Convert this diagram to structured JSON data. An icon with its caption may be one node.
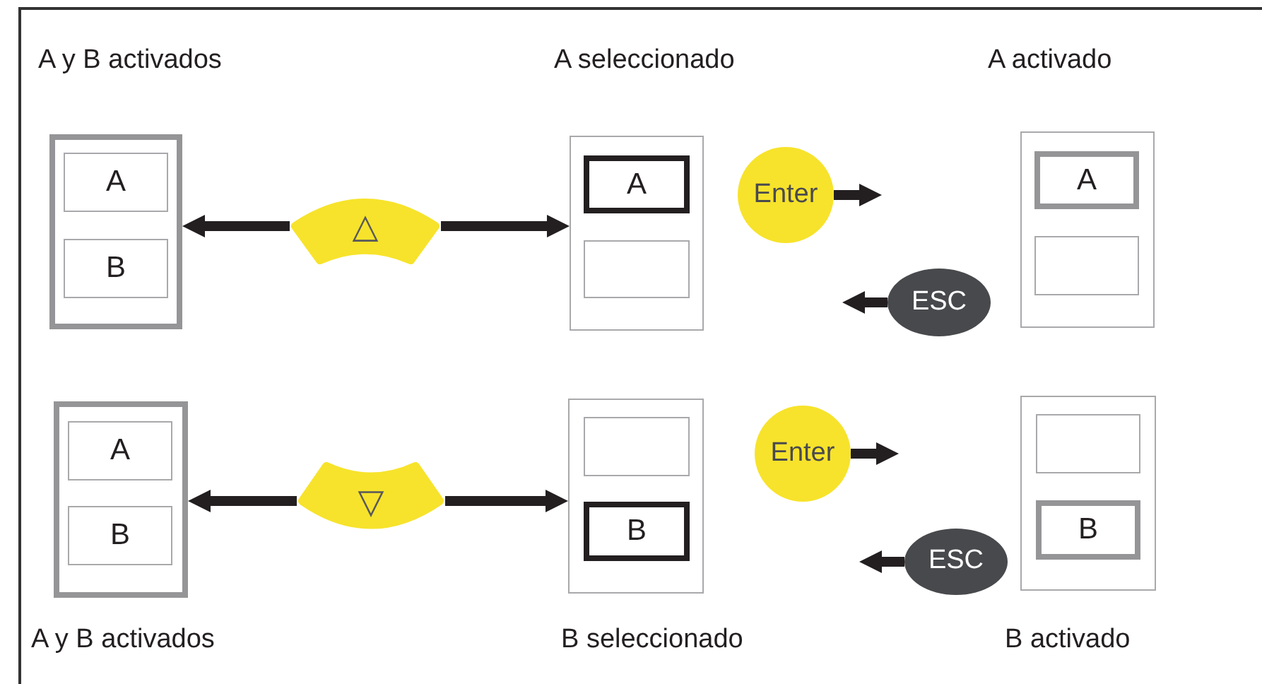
{
  "diagram": {
    "nodes": [
      {
        "text": [
          "A y B activados"
        ]
      },
      {
        "text": [
          "A"
        ],
        "in": 0
      },
      {
        "text": [
          "B"
        ],
        "in": 0
      },
      {
        "text": [
          "△"
        ]
      },
      {
        "text": [
          "A seleccionado"
        ]
      },
      {
        "text": [
          "A"
        ],
        "in": 4
      },
      {
        "text": [],
        "shape": "box",
        "in": 4
      },
      {
        "text": [
          "Enter"
        ]
      },
      {
        "text": [
          "ESC"
        ]
      },
      {
        "text": [
          "A activado"
        ]
      },
      {
        "text": [
          "A"
        ],
        "in": 9
      },
      {
        "text": [],
        "shape": "box",
        "in": 9
      },
      {
        "text": [
          "A y B activados"
        ]
      },
      {
        "text": [
          "A"
        ],
        "in": 12
      },
      {
        "text": [
          "B"
        ],
        "in": 12
      },
      {
        "text": [
          "▽"
        ]
      },
      {
        "text": [
          "B seleccionado"
        ]
      },
      {
        "text": [],
        "shape": "box",
        "in": 16
      },
      {
        "text": [
          "B"
        ],
        "in": 16
      },
      {
        "text": [
          "Enter"
        ]
      },
      {
        "text": [
          "ESC"
        ]
      },
      {
        "text": [
          "B activado"
        ]
      },
      {
        "text": [],
        "shape": "box",
        "in": 21
      },
      {
        "text": [
          "B"
        ],
        "in": 21
      }
    ],
    "edges": [
      {
        "from": 3,
        "to": 0,
        "arrow": "to"
      },
      {
        "from": 3,
        "to": 4,
        "arrow": "to"
      },
      {
        "from": 7,
        "to": null,
        "arrow": "to"
      },
      {
        "from": 8,
        "to": null,
        "arrow": "to"
      },
      {
        "from": 15,
        "to": 12,
        "arrow": "to"
      },
      {
        "from": 15,
        "to": 16,
        "arrow": "to"
      },
      {
        "from": 19,
        "to": null,
        "arrow": "to"
      },
      {
        "from": 20,
        "to": null,
        "arrow": "to"
      }
    ]
  }
}
